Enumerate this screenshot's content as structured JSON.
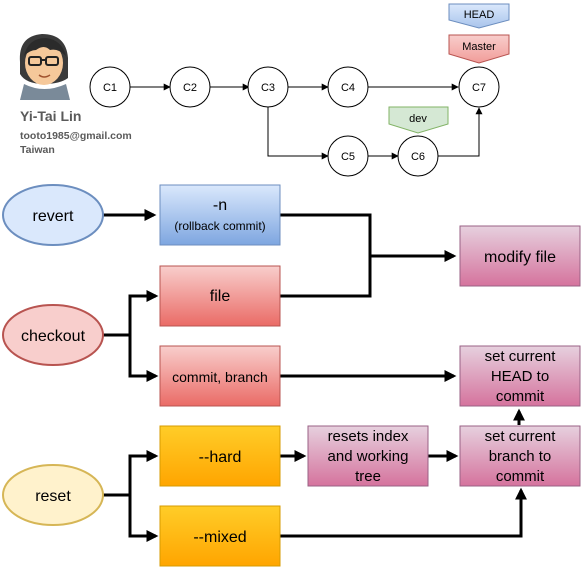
{
  "author": {
    "name": "Yi-Tai Lin",
    "email": "tooto1985@gmail.com",
    "location": "Taiwan"
  },
  "commits": {
    "c1": "C1",
    "c2": "C2",
    "c3": "C3",
    "c4": "C4",
    "c5": "C5",
    "c6": "C6",
    "c7": "C7"
  },
  "pointers": {
    "head": "HEAD",
    "master": "Master",
    "dev": "dev"
  },
  "commands": {
    "revert": "revert",
    "checkout": "checkout",
    "reset": "reset"
  },
  "options": {
    "n_flag": "-n",
    "n_desc": "(rollback commit)",
    "file": "file",
    "commit_branch": "commit, branch",
    "hard": "--hard",
    "mixed": "--mixed"
  },
  "results": {
    "modify_file": "modify file",
    "set_head": [
      "set current",
      "HEAD to",
      "commit"
    ],
    "resets_index": [
      "resets index",
      "and working",
      "tree"
    ],
    "set_branch": [
      "set current",
      "branch to",
      "commit"
    ]
  },
  "colors": {
    "blue_fill": "#dae8fc",
    "blue_stroke": "#6c8ebf",
    "red_fill_top": "#f8cecc",
    "red_fill_bottom": "#ea6b66",
    "red_stroke": "#b85450",
    "orange_fill": "#ffcd28",
    "orange_fill_bottom": "#ffa500",
    "yellow_fill": "#fff2cc",
    "yellow_stroke": "#d6b656",
    "pink_fill_top": "#e6d0de",
    "pink_fill_bottom": "#d5739d",
    "pink_stroke": "#996185",
    "green_fill": "#d5e8d4",
    "green_stroke": "#82b366"
  }
}
